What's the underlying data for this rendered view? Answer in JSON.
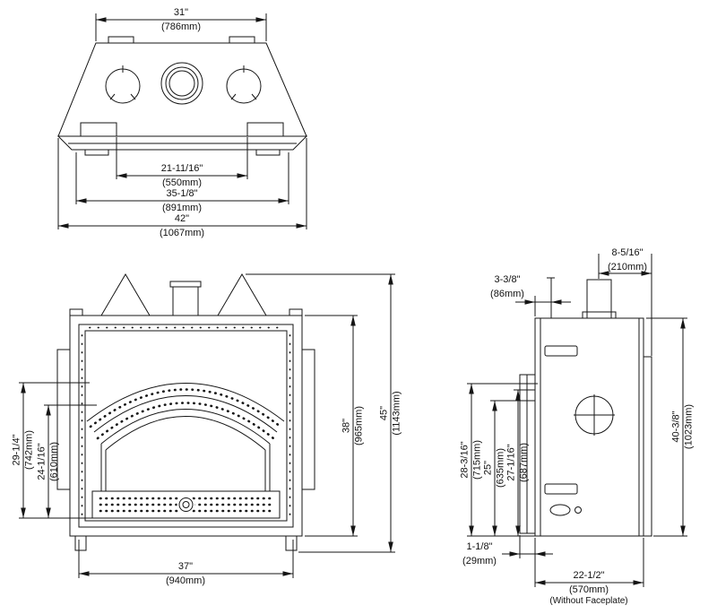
{
  "diagram": {
    "top_view": {
      "dim_width_flue": {
        "in": "31\"",
        "mm": "(786mm)"
      },
      "dim_width_inner": {
        "in": "21-11/16\"",
        "mm": "(550mm)"
      },
      "dim_width_body": {
        "in": "35-1/8\"",
        "mm": "(891mm)"
      },
      "dim_width_overall": {
        "in": "42\"",
        "mm": "(1067mm)"
      }
    },
    "front_view": {
      "dim_opening_height": {
        "in": "29-1/4\"",
        "mm": "(742mm)"
      },
      "dim_glass_height": {
        "in": "24-1/16\"",
        "mm": "(610mm)"
      },
      "dim_body_height": {
        "in": "38\"",
        "mm": "(965mm)"
      },
      "dim_overall_height": {
        "in": "45\"",
        "mm": "(1143mm)"
      },
      "dim_width": {
        "in": "37\"",
        "mm": "(940mm)"
      }
    },
    "side_view": {
      "dim_standoff": {
        "in": "3-3/8\"",
        "mm": "(86mm)"
      },
      "dim_flue_to_back": {
        "in": "8-5/16\"",
        "mm": "(210mm)"
      },
      "dim_h_715": {
        "in": "28-3/16\"",
        "mm": "(715mm)"
      },
      "dim_h_635": {
        "in": "25\"",
        "mm": "(635mm)"
      },
      "dim_h_687": {
        "in": "27-1/16\"",
        "mm": "(687mm)"
      },
      "dim_height": {
        "in": "40-3/8\"",
        "mm": "(1023mm)"
      },
      "dim_faceplate": {
        "in": "1-1/8\"",
        "mm": "(29mm)"
      },
      "dim_depth": {
        "in": "22-1/2\"",
        "mm": "(570mm)",
        "note": "(Without Faceplate)"
      }
    }
  }
}
